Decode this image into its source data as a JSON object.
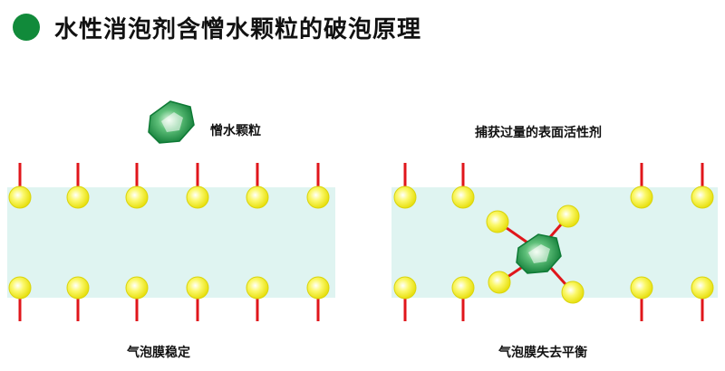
{
  "title": "水性消泡剂含憎水颗粒的破泡原理",
  "colors": {
    "accent": "#118a3a",
    "film": "#dff4f1",
    "surfactant_tail": "#e0161b",
    "surfactant_head": "#f5f230"
  },
  "labels": {
    "particle": "憎水颗粒",
    "capture": "捕获过量的表面活性剂",
    "stable": "气泡膜稳定",
    "unstable": "气泡膜失去平衡"
  }
}
